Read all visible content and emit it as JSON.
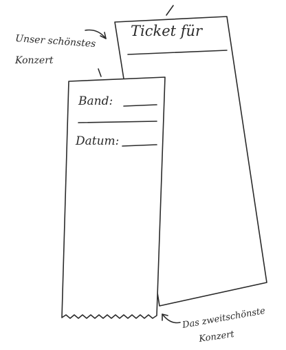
{
  "back_ticket": {
    "title": "Ticket für"
  },
  "front_ticket": {
    "band_label": "Band:",
    "date_label": "Datum:"
  },
  "annotations": {
    "top_left_line1": "Unser schönstes",
    "top_left_line2": "Konzert",
    "bottom_right_line1": "Das zweitschönste",
    "bottom_right_line2": "Konzert"
  }
}
